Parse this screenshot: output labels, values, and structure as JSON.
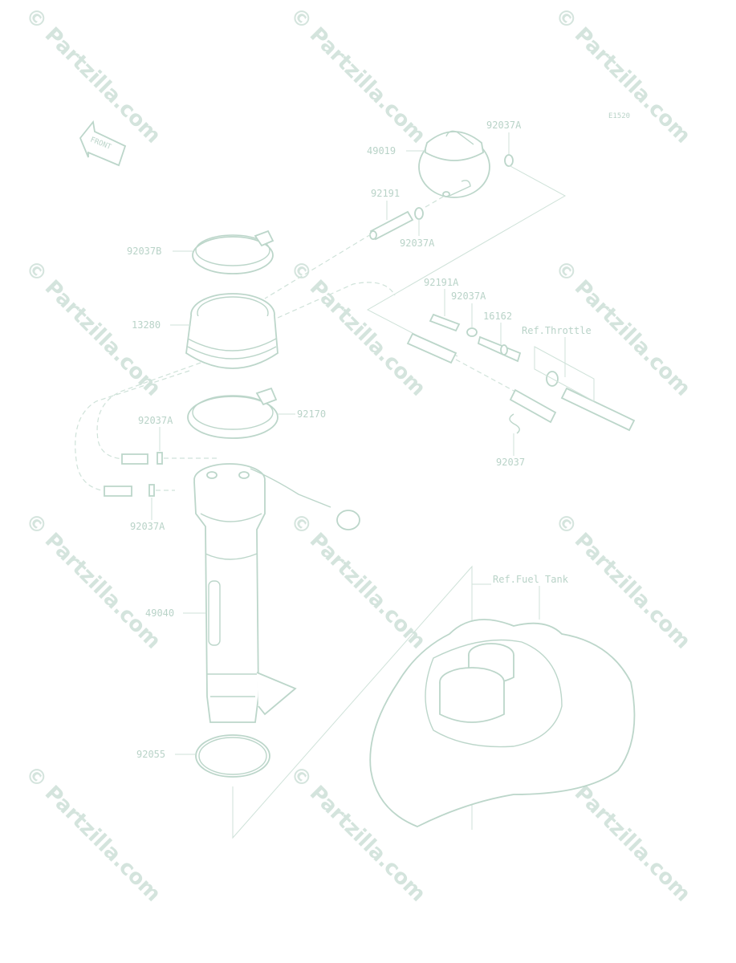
{
  "diagram_code": "E1520",
  "front_label": "FRONT",
  "watermark": "© Partzilla.com",
  "parts": {
    "p49019": "49019",
    "p92037A_top": "92037A",
    "p92191": "92191",
    "p92037A_mid": "92037A",
    "p92037B": "92037B",
    "p13280": "13280",
    "p92191A": "92191A",
    "p92037A_right": "92037A",
    "p16162": "16162",
    "ref_throttle": "Ref.Throttle",
    "p92170": "92170",
    "p92037A_left1": "92037A",
    "p92037": "92037",
    "p92037A_left2": "92037A",
    "p49040": "49040",
    "ref_fuel_tank": "Ref.Fuel Tank",
    "p92055": "92055"
  }
}
